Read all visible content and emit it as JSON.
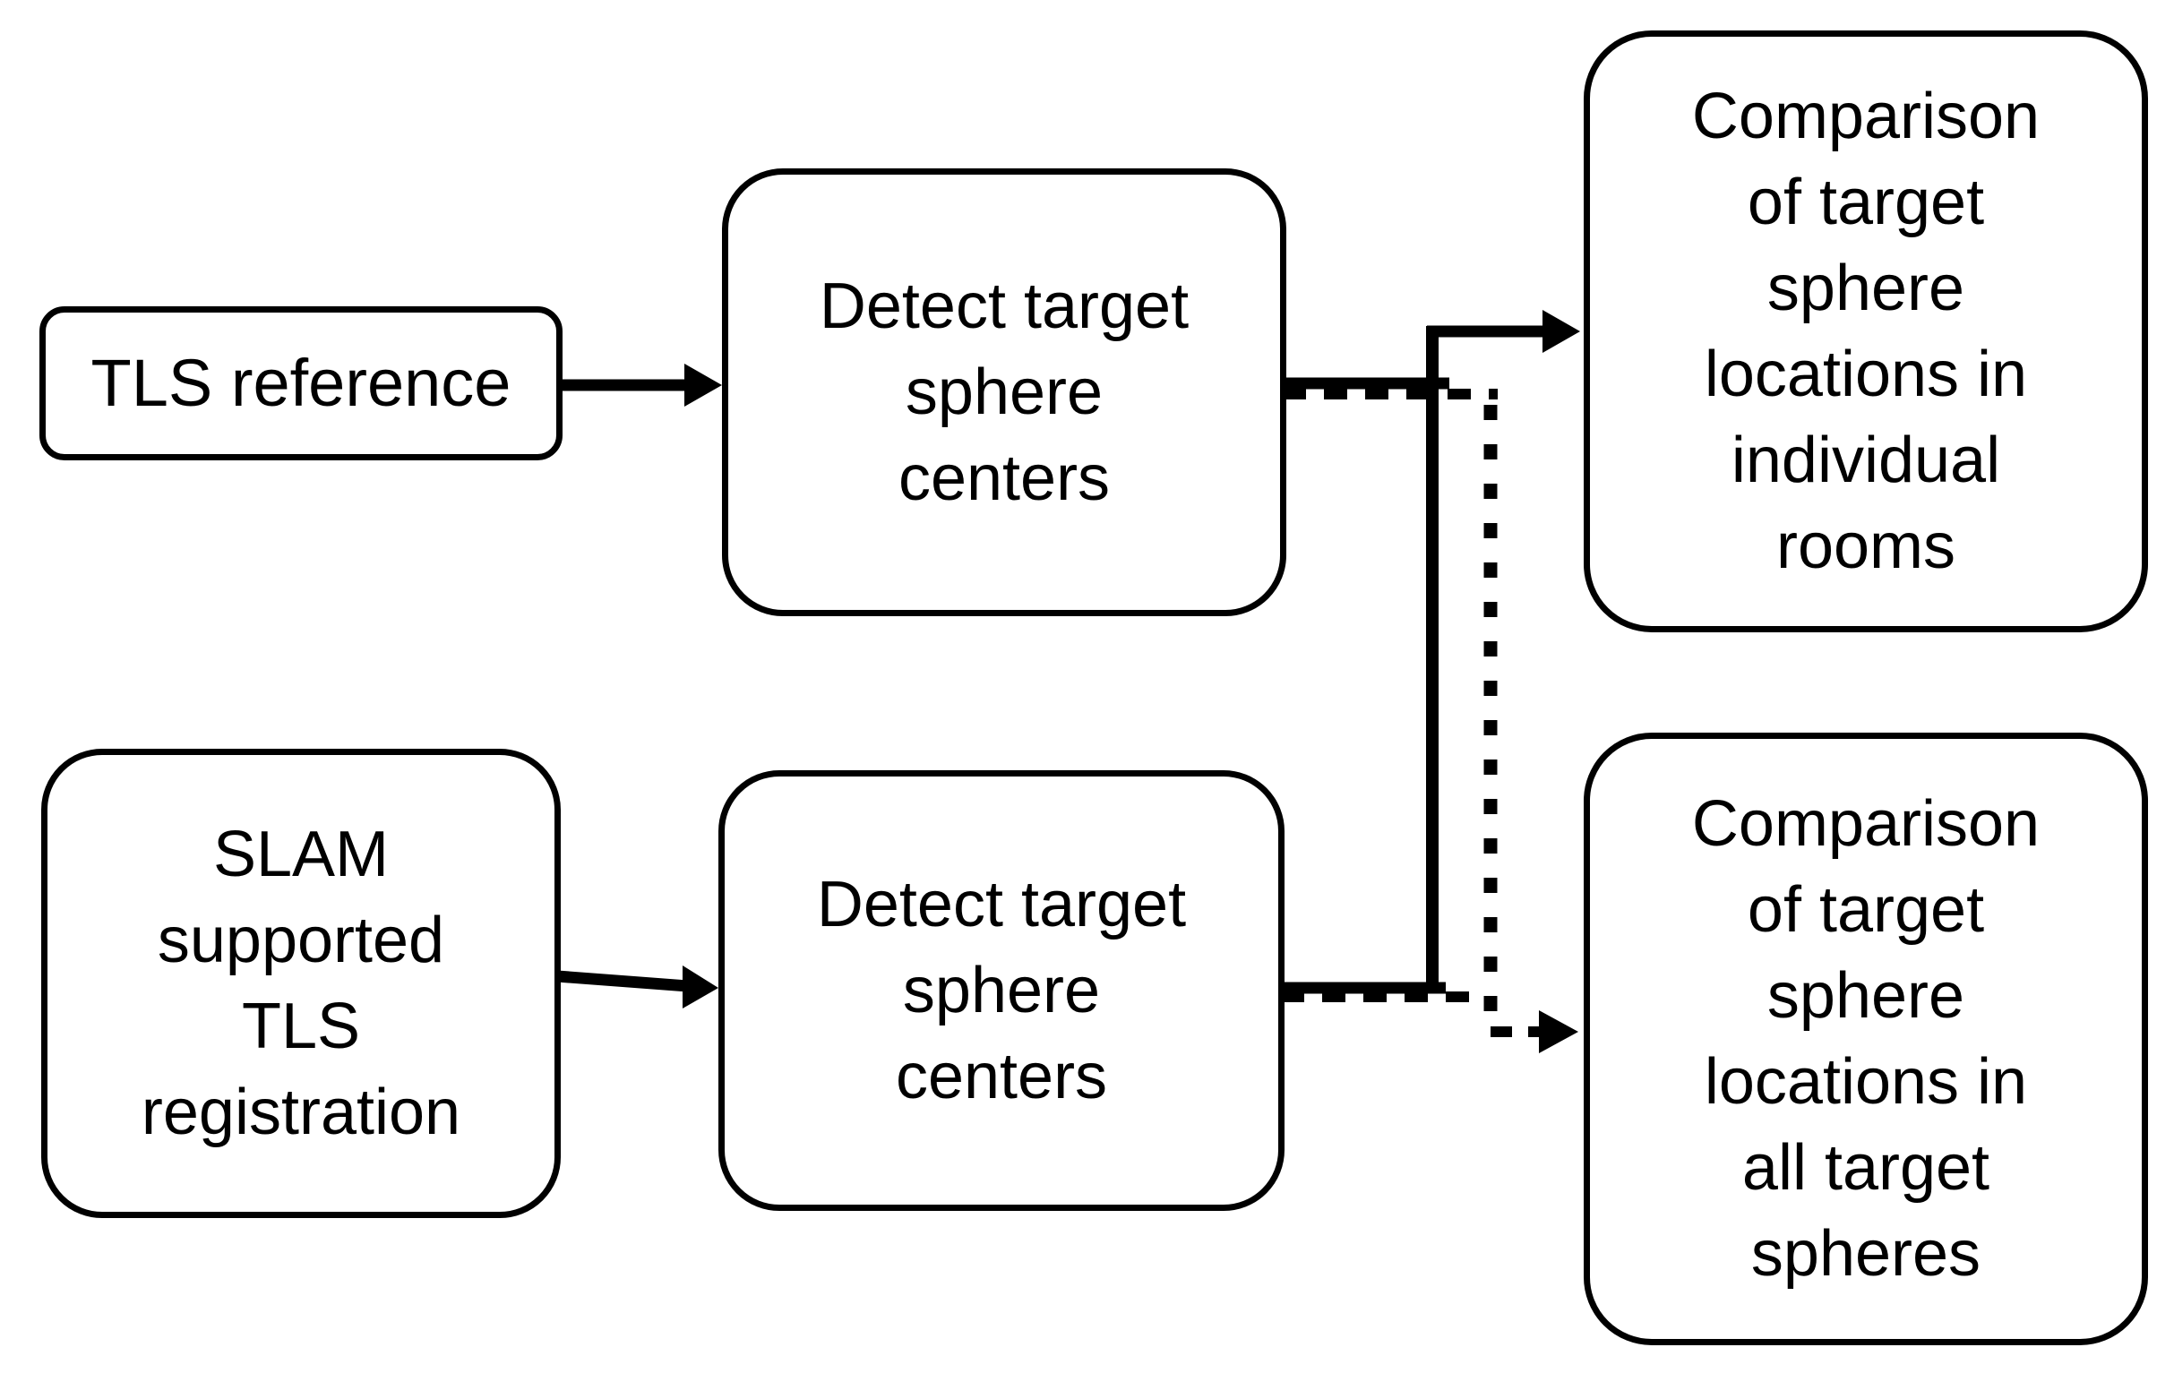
{
  "diagram": {
    "background_color": "#ffffff",
    "line_color": "#000000",
    "nodes": {
      "tls_reference": {
        "label": "TLS reference"
      },
      "slam_registration": {
        "label": "SLAM\nsupported\nTLS\nregistration"
      },
      "detect_spheres_tls": {
        "label": "Detect target\nsphere\ncenters"
      },
      "detect_spheres_slam": {
        "label": "Detect target\nsphere\ncenters"
      },
      "comparison_rooms": {
        "label": "Comparison\nof target\nsphere\nlocations in\nindividual\nrooms"
      },
      "comparison_all": {
        "label": "Comparison\nof target\nsphere\nlocations in\nall target\nspheres"
      }
    },
    "edges": [
      {
        "from": "tls_reference",
        "to": "detect_spheres_tls",
        "style": "solid"
      },
      {
        "from": "slam_registration",
        "to": "detect_spheres_slam",
        "style": "solid"
      },
      {
        "from": "detect_spheres_tls",
        "to": "comparison_rooms",
        "style": "solid"
      },
      {
        "from": "detect_spheres_slam",
        "to": "comparison_rooms",
        "style": "solid"
      },
      {
        "from": "detect_spheres_tls",
        "to": "comparison_all",
        "style": "dashed"
      },
      {
        "from": "detect_spheres_slam",
        "to": "comparison_all",
        "style": "dashed"
      }
    ]
  }
}
